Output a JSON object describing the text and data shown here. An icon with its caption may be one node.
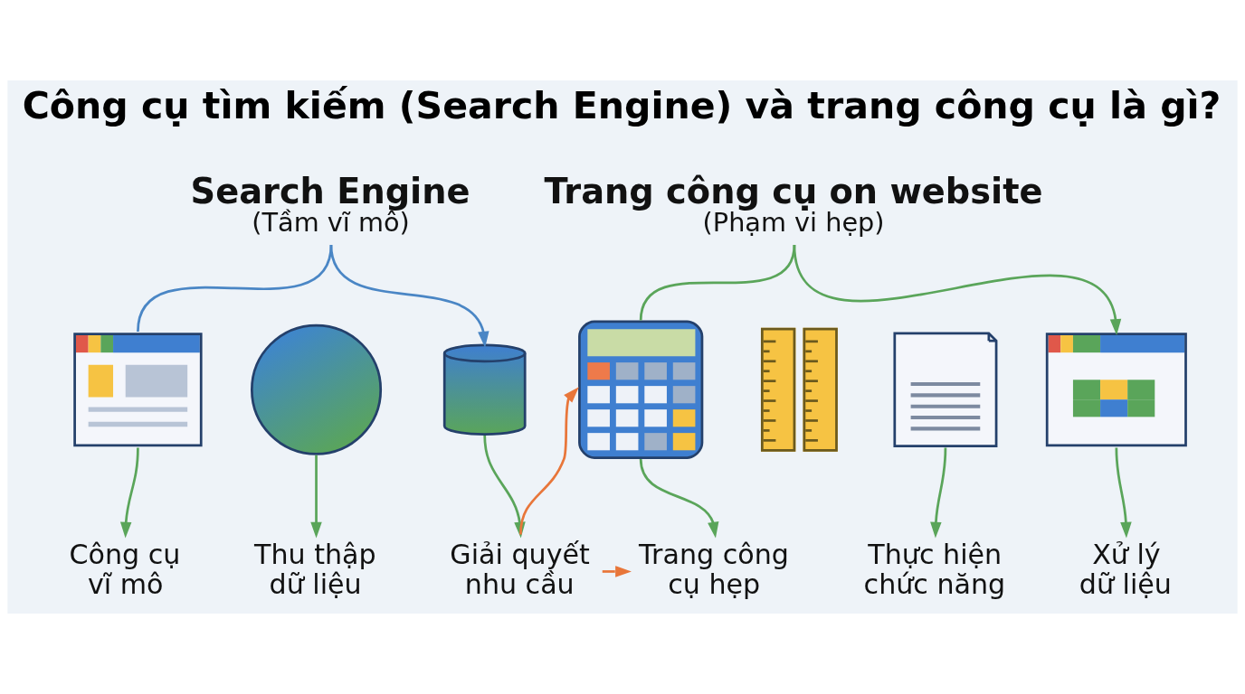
{
  "diagram": {
    "title": "Công cụ tìm kiếm (Search Engine) và trang công cụ là gì?",
    "nodes": [
      {
        "text": [
          "Search Engine",
          "(Tầm vĩ mô)"
        ]
      },
      {
        "text": [
          "Trang công cụ on website",
          "(Phạm vi hẹp)"
        ]
      },
      {
        "text": [],
        "shape": "picture"
      },
      {
        "text": [],
        "shape": "picture"
      },
      {
        "text": [],
        "shape": "picture"
      },
      {
        "text": [],
        "shape": "picture"
      },
      {
        "text": [],
        "shape": "picture"
      },
      {
        "text": [],
        "shape": "picture"
      },
      {
        "text": [],
        "shape": "picture"
      },
      {
        "text": [
          "Công cụ vĩ mô"
        ]
      },
      {
        "text": [
          "Thu thập dữ liệu"
        ]
      },
      {
        "text": [
          "Giải quyết nhu cầu"
        ]
      },
      {
        "text": [
          "Trang công cụ hẹp"
        ]
      },
      {
        "text": [
          "Thực hiện chức năng"
        ]
      },
      {
        "text": [
          "Xử lý dữ liệu"
        ]
      }
    ],
    "edges": [
      {
        "from": 0,
        "to": 2,
        "arrow": "none",
        "color": "#4a86c5"
      },
      {
        "from": 0,
        "to": 4,
        "arrow": "to",
        "color": "#4a86c5"
      },
      {
        "from": 1,
        "to": 5,
        "arrow": "none"
      },
      {
        "from": 1,
        "to": 8,
        "arrow": "to"
      },
      {
        "from": 2,
        "to": 9,
        "arrow": "to"
      },
      {
        "from": 3,
        "to": 10,
        "arrow": "to"
      },
      {
        "from": 4,
        "to": 11,
        "arrow": "to"
      },
      {
        "from": 5,
        "to": 12,
        "arrow": "to"
      },
      {
        "from": 7,
        "to": 13,
        "arrow": "to"
      },
      {
        "from": 8,
        "to": 14,
        "arrow": "to"
      },
      {
        "from": 11,
        "to": 12,
        "arrow": "to",
        "color": "#e8763a"
      },
      {
        "from": 11,
        "to": 5,
        "arrow": "to",
        "color": "#e8763a"
      }
    ]
  }
}
